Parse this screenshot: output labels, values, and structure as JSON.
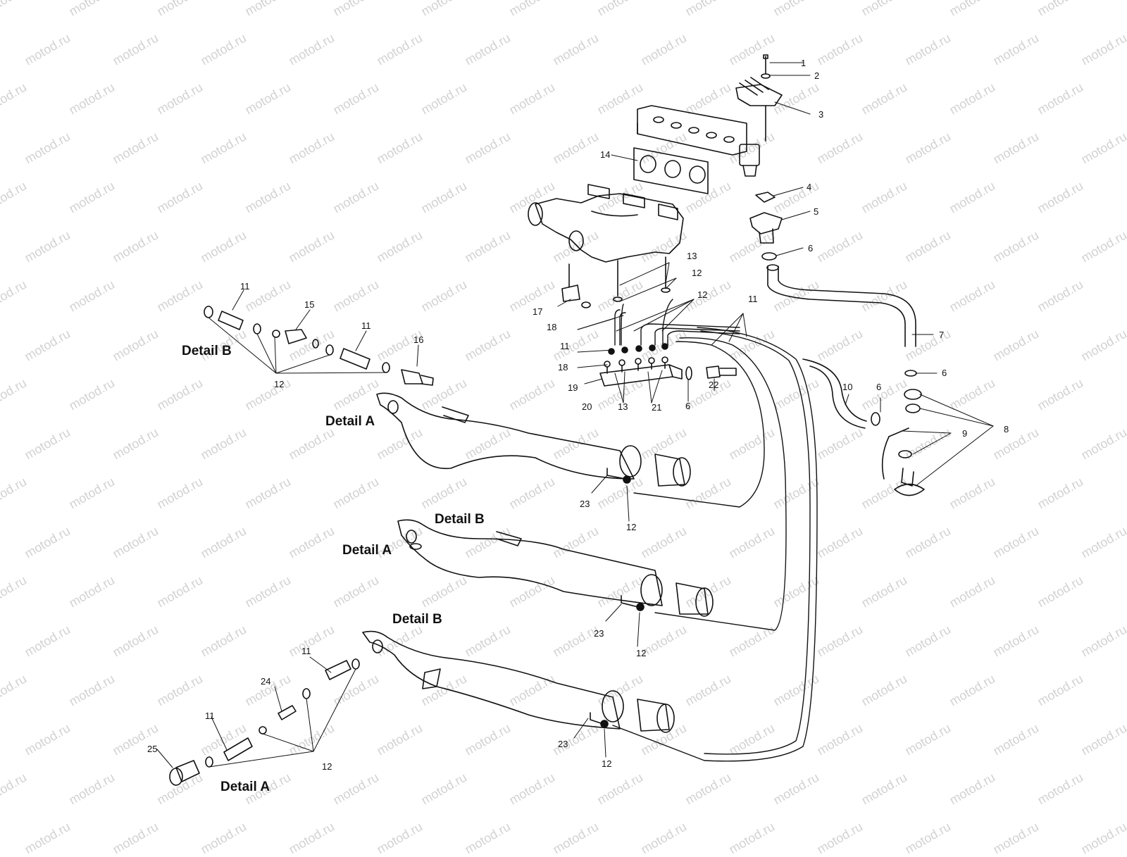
{
  "watermark": "motod.ru",
  "detail_labels": [
    {
      "text": "Detail B"
    },
    {
      "text": "Detail A"
    },
    {
      "text": "Detail B"
    },
    {
      "text": "Detail A"
    },
    {
      "text": "Detail B"
    },
    {
      "text": "Detail A"
    }
  ],
  "callouts": [
    "1",
    "2",
    "3",
    "14",
    "4",
    "5",
    "6",
    "13",
    "12",
    "12",
    "11",
    "17",
    "18",
    "11",
    "18",
    "19",
    "20",
    "13",
    "21",
    "6",
    "22",
    "7",
    "6",
    "10",
    "6",
    "8",
    "9",
    "11",
    "15",
    "11",
    "16",
    "12",
    "23",
    "12",
    "23",
    "12",
    "23",
    "12",
    "11",
    "24",
    "11",
    "25",
    "12"
  ]
}
